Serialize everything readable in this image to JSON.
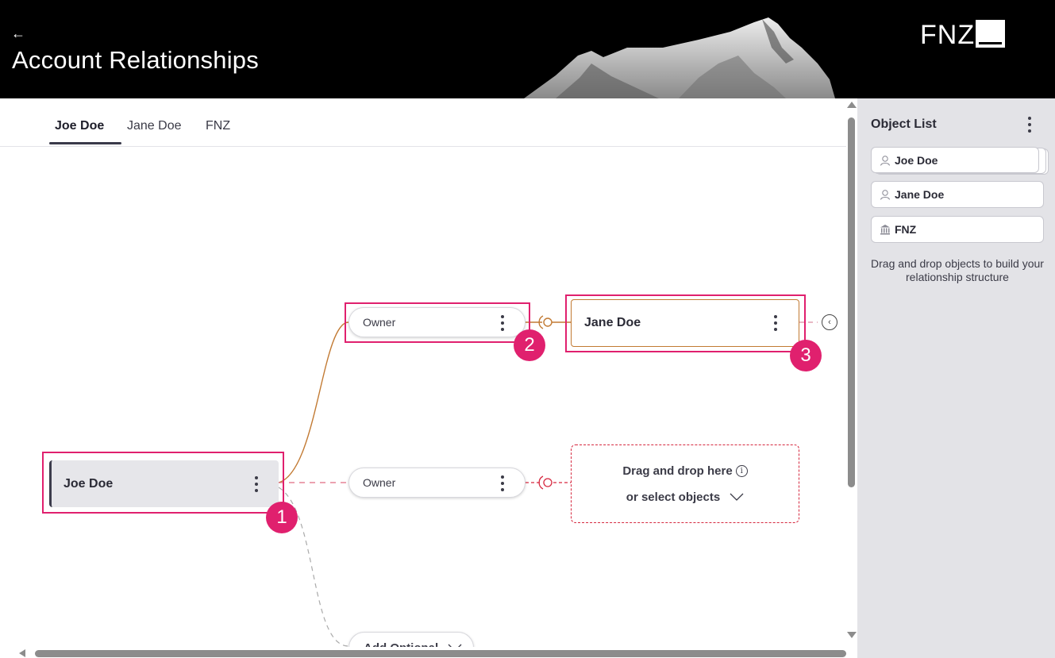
{
  "header": {
    "back_label": "←",
    "title": "Account Relationships",
    "logo_text": "FNZ"
  },
  "tabs": [
    {
      "label": "Joe Doe",
      "active": true
    },
    {
      "label": "Jane Doe",
      "active": false
    },
    {
      "label": "FNZ",
      "active": false
    }
  ],
  "diagram": {
    "root_node": {
      "label": "Joe Doe"
    },
    "relation_1": {
      "label": "Owner"
    },
    "target_1": {
      "label": "Jane Doe"
    },
    "relation_2": {
      "label": "Owner"
    },
    "dropzone": {
      "line1": "Drag and drop here",
      "line2": "or select objects",
      "info_icon": "i"
    },
    "add_optional": {
      "label": "Add Optional"
    },
    "collapse_icon": "‹"
  },
  "badges": [
    "1",
    "2",
    "3"
  ],
  "panel": {
    "title": "Object List",
    "items": [
      {
        "label": "Joe Doe",
        "icon": "person-icon"
      },
      {
        "label": "Jane Doe",
        "icon": "person-icon"
      },
      {
        "label": "FNZ",
        "icon": "bank-icon"
      }
    ],
    "hint": "Drag and drop objects to build your relationship structure"
  },
  "colors": {
    "accent": "#e0206e",
    "owner_link": "#c27a33",
    "dropzone": "#d6283f",
    "panel_bg": "#e3e3e7"
  }
}
